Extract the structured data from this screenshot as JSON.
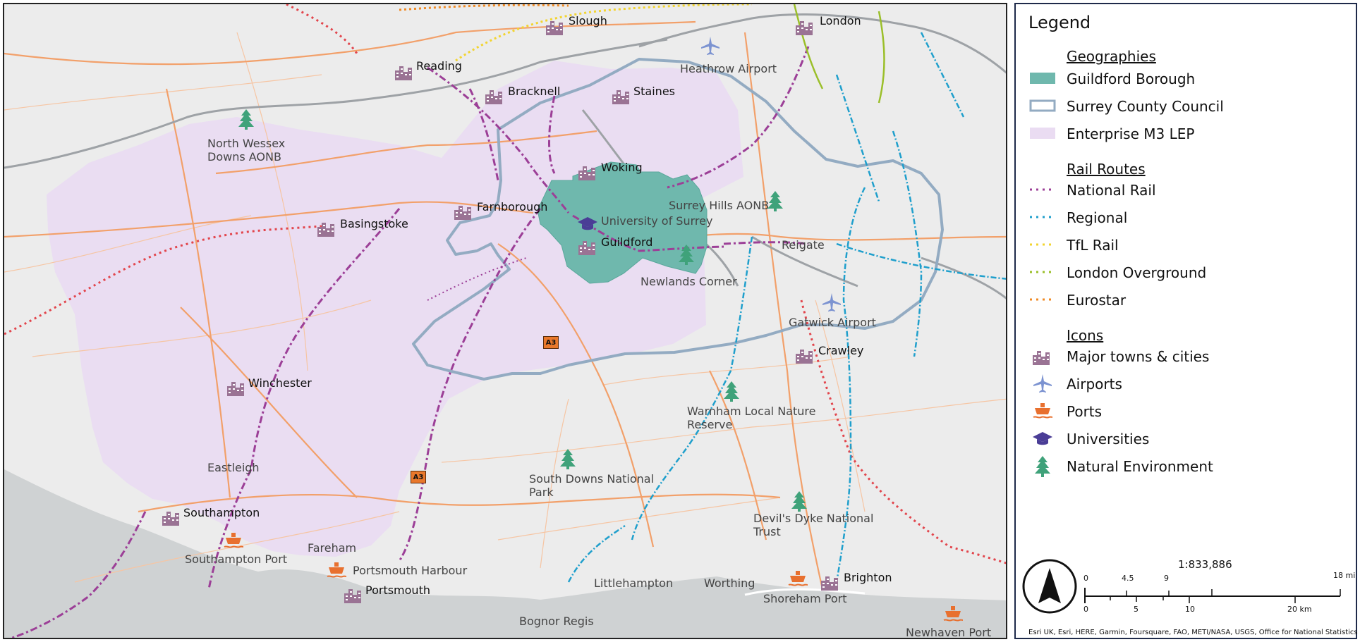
{
  "map": {
    "places": [
      {
        "name": "Slough",
        "major": true
      },
      {
        "name": "London",
        "major": true
      },
      {
        "name": "Reading",
        "major": true
      },
      {
        "name": "Bracknell",
        "major": true
      },
      {
        "name": "Staines",
        "major": true
      },
      {
        "name": "Woking",
        "major": true
      },
      {
        "name": "Farnborough",
        "major": true
      },
      {
        "name": "Basingstoke",
        "major": true
      },
      {
        "name": "Guildford",
        "major": true
      },
      {
        "name": "Crawley",
        "major": true
      },
      {
        "name": "Winchester",
        "major": true
      },
      {
        "name": "Southampton",
        "major": true
      },
      {
        "name": "Portsmouth",
        "major": true
      },
      {
        "name": "Brighton",
        "major": true
      }
    ],
    "labels": {
      "heathrow_airport": "Heathrow Airport",
      "north_wessex": "North Wessex Downs AONB",
      "surrey_hills": "Surrey Hills AONB",
      "university_of_surrey": "University of Surrey",
      "reigate": "Reigate",
      "newlands_corner": "Newlands Corner",
      "gatwick_airport": "Gatwick Airport",
      "warnham": "Warnham Local Nature Reserve",
      "eastleigh": "Eastleigh",
      "south_downs": "South Downs National Park",
      "devils_dyke": "Devil's Dyke National Trust",
      "southampton_port": "Southampton Port",
      "fareham": "Fareham",
      "portsmouth_harbour": "Portsmouth Harbour",
      "littlehampton": "Littlehampton",
      "worthing": "Worthing",
      "shoreham_port": "Shoreham Port",
      "bognor_regis": "Bognor Regis",
      "newhaven_port": "Newhaven Port"
    },
    "road_shield": "A3",
    "colors": {
      "guildford_fill": "#6fb8ad",
      "lep_fill": "#eadcf2",
      "county_outline": "#93abc2",
      "national_rail": "#9c3f97",
      "regional": "#1f9fcc",
      "tfl_rail": "#f2d430",
      "overground": "#9bbf2a",
      "eurostar": "#f08a24",
      "red_line": "#e2454c",
      "roads": "#f2a06a",
      "towns_icon": "#9a7394",
      "airport_icon": "#7c93d1",
      "port_icon": "#e8702f",
      "university_icon": "#4a3d96",
      "tree_icon": "#3fa27a"
    }
  },
  "legend": {
    "title": "Legend",
    "geographies": {
      "heading": "Geographies",
      "items": [
        "Guildford Borough",
        "Surrey County Council",
        "Enterprise M3 LEP"
      ]
    },
    "rail": {
      "heading": "Rail Routes",
      "items": [
        "National Rail",
        "Regional",
        "TfL Rail",
        "London Overground",
        "Eurostar"
      ]
    },
    "icons": {
      "heading": "Icons",
      "items": [
        "Major towns & cities",
        "Airports",
        "Ports",
        "Universities",
        "Natural Environment"
      ]
    }
  },
  "scale": {
    "ratio": "1:833,886",
    "miles": [
      "0",
      "4.5",
      "9",
      "18 mi"
    ],
    "km": [
      "0",
      "5",
      "10",
      "20 km"
    ]
  },
  "credits": "Esri UK, Esri, HERE, Garmin, Foursquare, FAO, METI/NASA, USGS, Office for National Statistics"
}
